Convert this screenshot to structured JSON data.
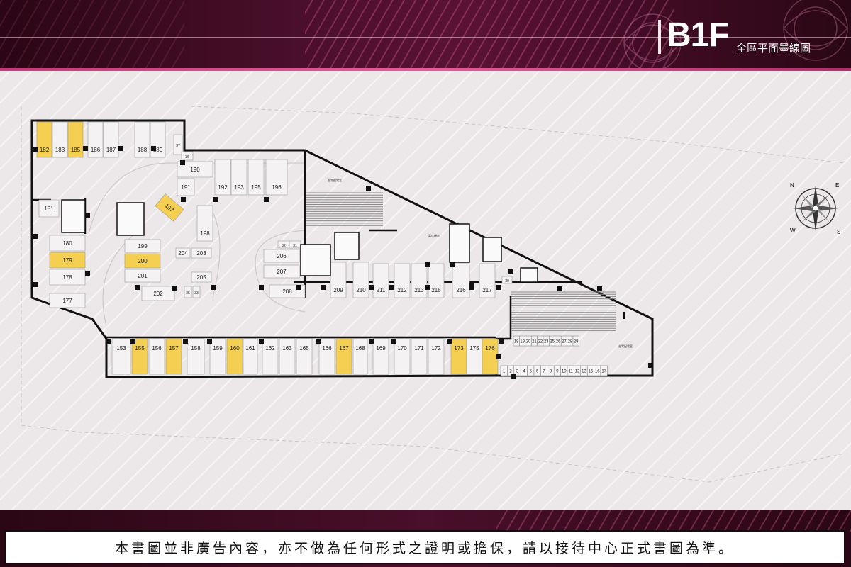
{
  "header": {
    "floor": "B1F",
    "subtitle": "全區平面墨線圖"
  },
  "disclaimer": "本書圖並非廣告內容，亦不做為任何形式之證明或擔保，請以接待中心正式書圖為準。",
  "colors": {
    "highlight_stall": "#f5cf52",
    "stall": "#f4f2f3",
    "wall": "#111111",
    "background": "#ece7e8",
    "accent": "#e65b9a"
  },
  "compass": {
    "labels": [
      "N",
      "E",
      "S",
      "W"
    ]
  },
  "plan": {
    "stalls": [
      {
        "n": "182",
        "hl": true
      },
      {
        "n": "183",
        "hl": false
      },
      {
        "n": "185",
        "hl": true
      },
      {
        "n": "186",
        "hl": false
      },
      {
        "n": "187",
        "hl": false
      },
      {
        "n": "188",
        "hl": false
      },
      {
        "n": "189",
        "hl": false
      },
      {
        "n": "37",
        "hl": false
      },
      {
        "n": "36",
        "hl": false
      },
      {
        "n": "190",
        "hl": false
      },
      {
        "n": "191",
        "hl": false
      },
      {
        "n": "192",
        "hl": false
      },
      {
        "n": "193",
        "hl": false
      },
      {
        "n": "195",
        "hl": false
      },
      {
        "n": "196",
        "hl": false
      },
      {
        "n": "181",
        "hl": false
      },
      {
        "n": "180",
        "hl": false
      },
      {
        "n": "179",
        "hl": true
      },
      {
        "n": "178",
        "hl": false
      },
      {
        "n": "177",
        "hl": false
      },
      {
        "n": "197",
        "hl": true
      },
      {
        "n": "198",
        "hl": false
      },
      {
        "n": "199",
        "hl": false
      },
      {
        "n": "200",
        "hl": true
      },
      {
        "n": "201",
        "hl": false
      },
      {
        "n": "202",
        "hl": false
      },
      {
        "n": "203",
        "hl": false
      },
      {
        "n": "204",
        "hl": false
      },
      {
        "n": "205",
        "hl": false
      },
      {
        "n": "35",
        "hl": false
      },
      {
        "n": "33",
        "hl": false
      },
      {
        "n": "32",
        "hl": false
      },
      {
        "n": "31",
        "hl": false
      },
      {
        "n": "206",
        "hl": false
      },
      {
        "n": "207",
        "hl": false
      },
      {
        "n": "208",
        "hl": false
      },
      {
        "n": "209",
        "hl": false
      },
      {
        "n": "210",
        "hl": false
      },
      {
        "n": "211",
        "hl": false
      },
      {
        "n": "212",
        "hl": false
      },
      {
        "n": "213",
        "hl": false
      },
      {
        "n": "215",
        "hl": false
      },
      {
        "n": "216",
        "hl": false
      },
      {
        "n": "217",
        "hl": false
      },
      {
        "n": "30",
        "hl": false
      },
      {
        "n": "153",
        "hl": false
      },
      {
        "n": "155",
        "hl": true
      },
      {
        "n": "156",
        "hl": false
      },
      {
        "n": "157",
        "hl": true
      },
      {
        "n": "158",
        "hl": false
      },
      {
        "n": "159",
        "hl": false
      },
      {
        "n": "160",
        "hl": true
      },
      {
        "n": "161",
        "hl": false
      },
      {
        "n": "162",
        "hl": false
      },
      {
        "n": "163",
        "hl": false
      },
      {
        "n": "165",
        "hl": false
      },
      {
        "n": "166",
        "hl": false
      },
      {
        "n": "167",
        "hl": true
      },
      {
        "n": "168",
        "hl": false
      },
      {
        "n": "169",
        "hl": false
      },
      {
        "n": "170",
        "hl": false
      },
      {
        "n": "171",
        "hl": false
      },
      {
        "n": "172",
        "hl": false
      },
      {
        "n": "173",
        "hl": true
      },
      {
        "n": "175",
        "hl": false
      },
      {
        "n": "176",
        "hl": true
      }
    ],
    "motorcycle_row_top": [
      "18",
      "19",
      "20",
      "21",
      "22",
      "23",
      "25",
      "26",
      "27",
      "28",
      "29"
    ],
    "motorcycle_row_bottom": [
      "1",
      "2",
      "3",
      "4",
      "5",
      "6",
      "7",
      "8",
      "9",
      "10",
      "11",
      "12",
      "13",
      "15",
      "16",
      "17"
    ]
  }
}
